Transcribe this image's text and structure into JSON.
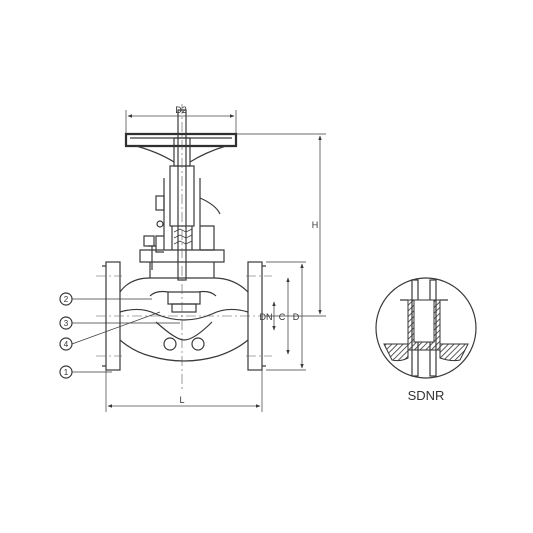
{
  "dimensions": {
    "handwheel_diameter": "D2",
    "height": "H",
    "nominal_diameter": "DN",
    "bolt_circle": "C",
    "flange_diameter": "D",
    "length": "L"
  },
  "balloons": [
    "1",
    "2",
    "3",
    "4"
  ],
  "detail": {
    "label": "SDNR"
  }
}
